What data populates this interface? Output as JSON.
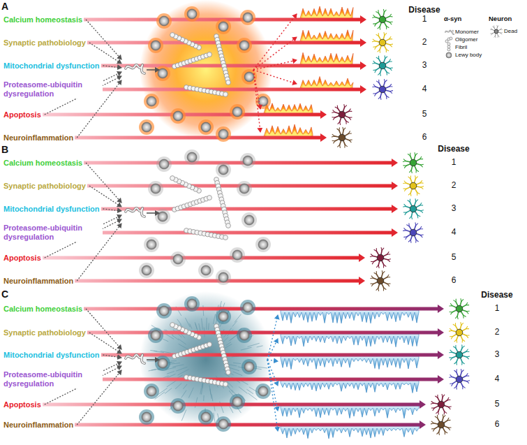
{
  "diagram": {
    "labels": [
      "A",
      "Calcium homeostasis",
      "Synaptic pathobiology",
      "Mitochondrial dysfunction",
      "Proteasome-ubiquitin dysregulation",
      "Apoptosis",
      "Neuroinflammation",
      "Disease",
      "1",
      "2",
      "3",
      "4",
      "5",
      "6",
      "α-syn",
      "Neuron",
      "B",
      "Calcium homeostasis",
      "Synaptic pathobiology",
      "Mitochondrial dysfunction",
      "Proteasome-ubiquitin dysregulation",
      "Apoptosis",
      "Neuroinflammation",
      "Disease",
      "1",
      "2",
      "3",
      "4",
      "5",
      "6",
      "C",
      "Calcium homeostasis",
      "Synaptic pathobiology",
      "Mitochondrial dysfunction",
      "Proteasome-ubiquitin dysregulation",
      "Apoptosis",
      "Neuroinflammation",
      "Disease",
      "1",
      "2",
      "3",
      "4",
      "5",
      "6"
    ],
    "legend": [
      {
        "text": "Monomer"
      },
      {
        "text": "Oligomer"
      },
      {
        "text": "Fibril"
      },
      {
        "text": "Lewy body"
      },
      {
        "text": "Dead"
      }
    ]
  }
}
